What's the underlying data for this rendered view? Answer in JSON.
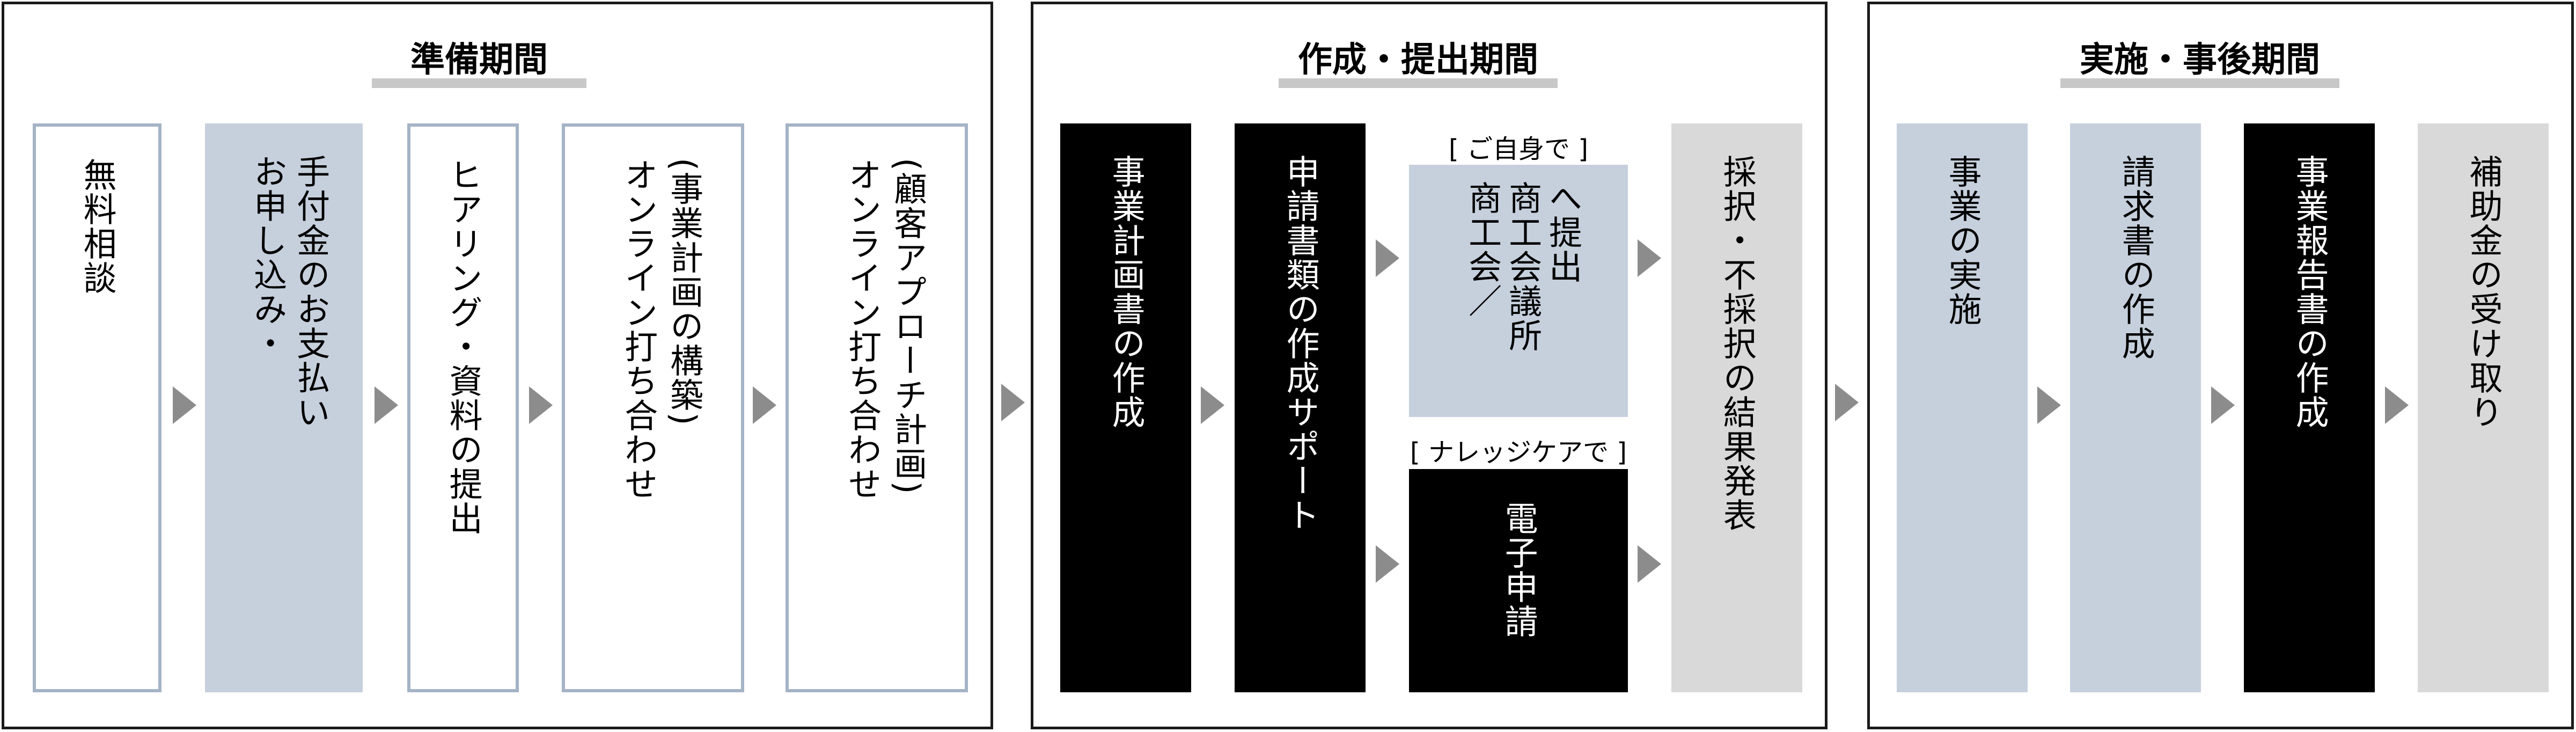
{
  "phases": {
    "prep": {
      "title": "準備期間",
      "steps": {
        "consult": "無料相談",
        "payment": [
          "手付金のお支払い",
          "お申し込み・"
        ],
        "hearing": "ヒアリング・資料の提出",
        "plan": [
          "(事業計画の構築)",
          "オンライン打ち合わせ"
        ],
        "approach": [
          "(顧客アプローチ計画)",
          "オンライン打ち合わせ"
        ]
      }
    },
    "create": {
      "title": "作成・提出期間",
      "steps": {
        "bizplan": "事業計画書の作成",
        "docs": "申請書類の作成サポート",
        "self_label": "[ ご自身で ]",
        "self_submit": [
          "へ提出",
          "商工会議所",
          "商工会／"
        ],
        "care_label": "[ ナレッジケアで ]",
        "e_apply": "電子申請",
        "result": "採択・不採択の結果発表"
      }
    },
    "post": {
      "title": "実施・事後期間",
      "steps": {
        "implement": "事業の実施",
        "invoice": "請求書の作成",
        "report": "事業報告書の作成",
        "receive": "補助金の受け取り"
      }
    }
  },
  "colors": {
    "border": "#1a1a1a",
    "light_blue": "#c6d0dd",
    "box_outline": "#a5b3c6",
    "black": "#000000",
    "grey": "#d9d9d9",
    "arrow": "#8c8c8c"
  },
  "icons": {
    "arrow": "right-triangle-arrow"
  }
}
